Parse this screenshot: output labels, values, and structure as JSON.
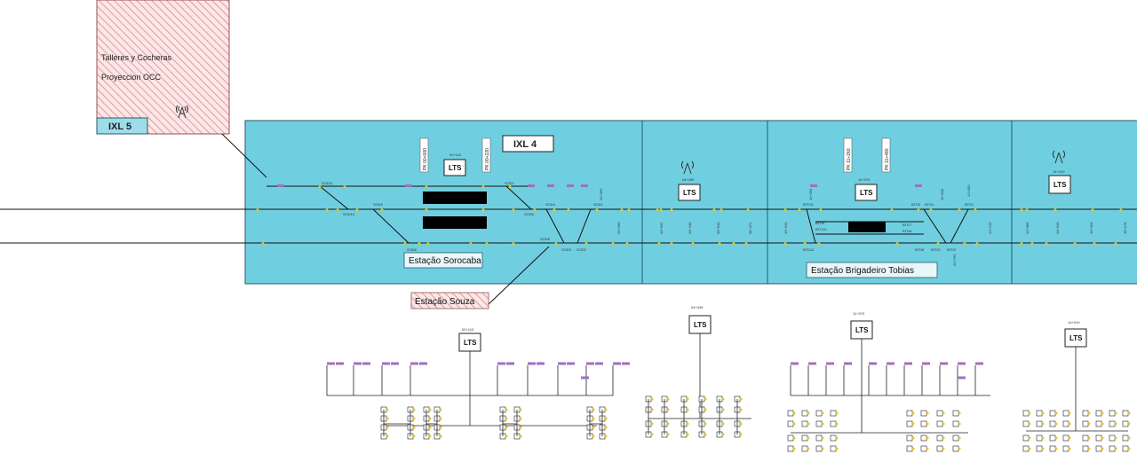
{
  "colors": {
    "zone": "#6fcfe0",
    "zone_border": "#2b5a66",
    "hatch": "#d88888",
    "hatch_bg": "#fbe7e7",
    "track": "#111111",
    "signal": "#e8c21a",
    "device": "#a070c0",
    "platform": "#000000"
  },
  "depot": {
    "line1": "Talleres y Cocheras",
    "line2": "Proyeccion OCC",
    "ixl5": "IXL 5"
  },
  "ixl4": "IXL 4",
  "stations": {
    "sorocaba": "Estação Sorocaba",
    "souza": "Estação Souza",
    "brigadeiro": "Estação Brigadeiro Tobias"
  },
  "lts_label": "LTS",
  "lts_chainages": [
    "00+110",
    "04+455",
    "11+370",
    "14+919"
  ],
  "lower_chainages": [
    "00+110",
    "04+045",
    "11+370",
    "14+919"
  ],
  "level_crossings": [
    "PK 00+000",
    "PK 00+220",
    "PK 11+260",
    "PK 11+480"
  ],
  "switches": [
    "SOD11",
    "SOD10",
    "SOD9",
    "SOD8",
    "SOD7",
    "SOD6",
    "SOD4",
    "SOD5",
    "SOD3",
    "SOD2",
    "SOD1",
    "BTD11",
    "BTD9",
    "BTD10",
    "BTD12",
    "BTD7",
    "BTD8",
    "BTD6",
    "BTD4",
    "BTD5",
    "BTD3",
    "BTD2",
    "BTD1"
  ],
  "chainages_vertical": [
    "02+490",
    "03+360",
    "03+902",
    "04+440",
    "06+530",
    "08+472",
    "10+310",
    "11+390",
    "11+800",
    "12+030",
    "12+120",
    "13+385",
    "14+919",
    "16+454",
    "18+178",
    "01+750"
  ]
}
